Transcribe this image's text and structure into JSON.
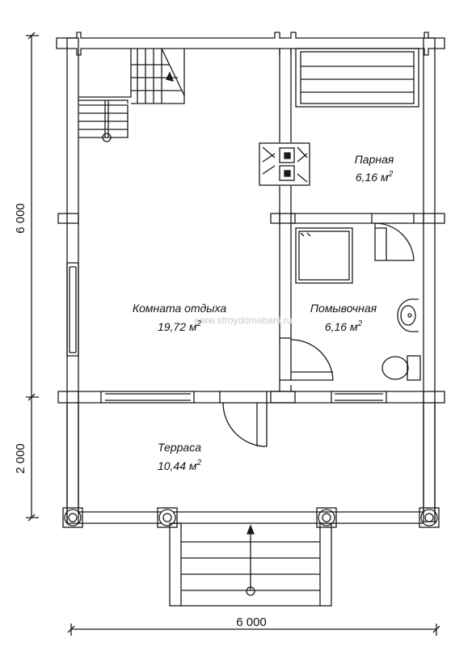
{
  "rooms": {
    "steam_room": {
      "name": "Парная",
      "area": "6,16 м",
      "sup": "2"
    },
    "wash_room": {
      "name": "Помывочная",
      "area": "6,16 м",
      "sup": "2"
    },
    "rest_room": {
      "name": "Комната отдыха",
      "area": "19,72 м",
      "sup": "2"
    },
    "terrace": {
      "name": "Терраса",
      "area": "10,44 м",
      "sup": "2"
    }
  },
  "dimensions": {
    "house_depth": "6 000",
    "terrace_depth": "2 000",
    "house_width": "6 000"
  },
  "watermark": "www.stroydomabani.ru",
  "colors": {
    "line": "#1a1a1a",
    "background": "#ffffff",
    "watermark": "#c9c9c9"
  }
}
